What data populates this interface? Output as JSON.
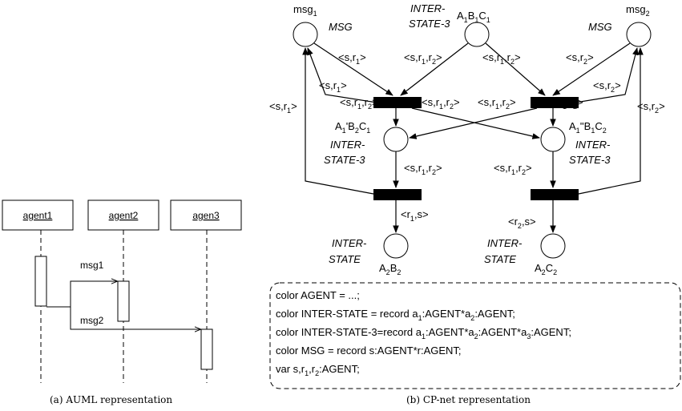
{
  "auml": {
    "agents": [
      "agent1",
      "agent2",
      "agen3"
    ],
    "messages": [
      "msg1",
      "msg2"
    ]
  },
  "cpnet": {
    "places": {
      "msg1": {
        "name": "msg",
        "sub": "1",
        "type": "MSG"
      },
      "msg2": {
        "name": "msg",
        "sub": "2",
        "type": "MSG"
      },
      "abc": {
        "type_line1": "INTER-",
        "type_line2": "STATE-3"
      },
      "a1b2c1": {
        "type_line1": "INTER-",
        "type_line2": "STATE-3"
      },
      "a1b1c2": {
        "type_line1": "INTER-",
        "type_line2": "STATE-3"
      },
      "a2b2": {
        "type_line1": "INTER-",
        "type_line2": "STATE"
      },
      "a2c2": {
        "type_line1": "INTER-",
        "type_line2": "STATE"
      }
    },
    "declarations": {
      "line1": "color AGENT = ...;",
      "line2_a": "color INTER-STATE = record a",
      "line2_b": ":AGENT*a",
      "line2_c": ":AGENT;",
      "line3_a": "color INTER-STATE-3=record a",
      "line3_b": ":AGENT*a",
      "line3_c": ":AGENT*a",
      "line3_d": ":AGENT;",
      "line4": "color MSG = record  s:AGENT*r:AGENT;",
      "line5_a": "var s,r",
      "line5_b": ",r",
      "line5_c": ":AGENT;"
    }
  },
  "captions": {
    "a": "(a) AUML representation",
    "b": "(b) CP-net representation"
  }
}
